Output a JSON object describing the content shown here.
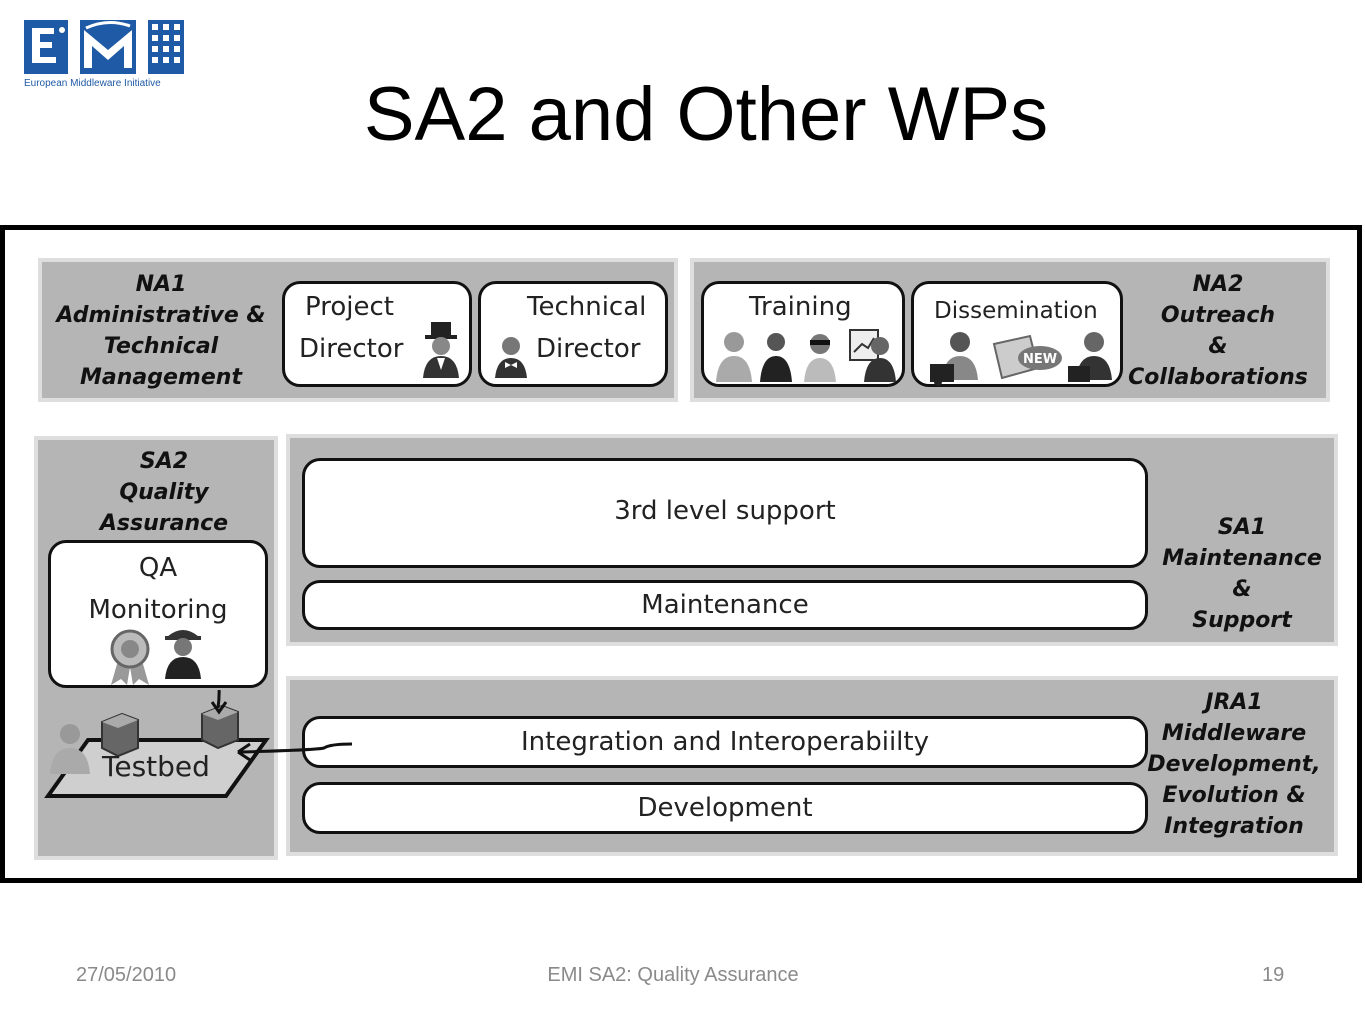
{
  "slide": {
    "title": "SA2 and Other WPs",
    "logo_text": "European Middleware Initiative"
  },
  "na1": {
    "label": "NA1\nAdministrative &\nTechnical\nManagement",
    "project_director": [
      "Project",
      "Director"
    ],
    "technical_director": [
      "Technical",
      "Director"
    ]
  },
  "na2": {
    "label": "NA2\nOutreach\n&\nCollaborations",
    "training": "Training",
    "dissemination": "Dissemination",
    "new_badge": "NEW"
  },
  "sa2": {
    "label": "SA2\nQuality\nAssurance",
    "qa_monitoring": [
      "QA",
      "Monitoring"
    ],
    "testbed": "Testbed"
  },
  "sa1": {
    "label": "SA1\nMaintenance\n&\nSupport",
    "third_level_support": "3rd level support",
    "maintenance": "Maintenance"
  },
  "jra1": {
    "label": "JRA1\nMiddleware\nDevelopment,\nEvolution &\nIntegration",
    "integration": "Integration and Interoperabiilty",
    "development": "Development"
  },
  "footer": {
    "date": "27/05/2010",
    "center": "EMI SA2: Quality Assurance",
    "page": "19"
  },
  "colors": {
    "panel_fill": "#b5b5b5",
    "panel_border": "#dedede",
    "logo_blue": "#1f5aa6"
  }
}
